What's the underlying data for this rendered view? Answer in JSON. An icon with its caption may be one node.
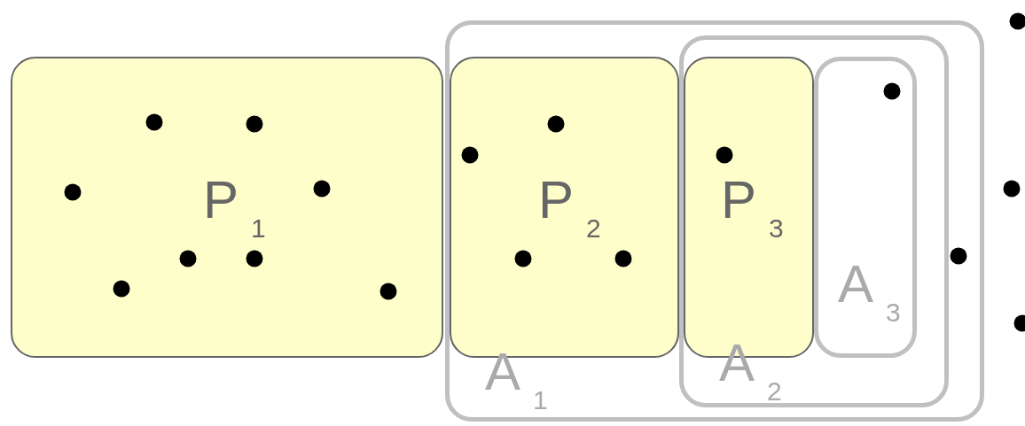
{
  "diagram": {
    "nodes": [
      {
        "text": [
          "P$_{1}$"
        ]
      },
      {
        "text": [
          "A$_{1}$"
        ]
      },
      {
        "text": [
          "P$_{2}$"
        ],
        "in": 1
      },
      {
        "text": [
          "A$_{2}$"
        ],
        "in": 1
      },
      {
        "text": [
          "P$_{3}$"
        ],
        "in": 3
      },
      {
        "text": [
          "A$_{3}$"
        ],
        "in": 3
      }
    ],
    "edges": []
  }
}
